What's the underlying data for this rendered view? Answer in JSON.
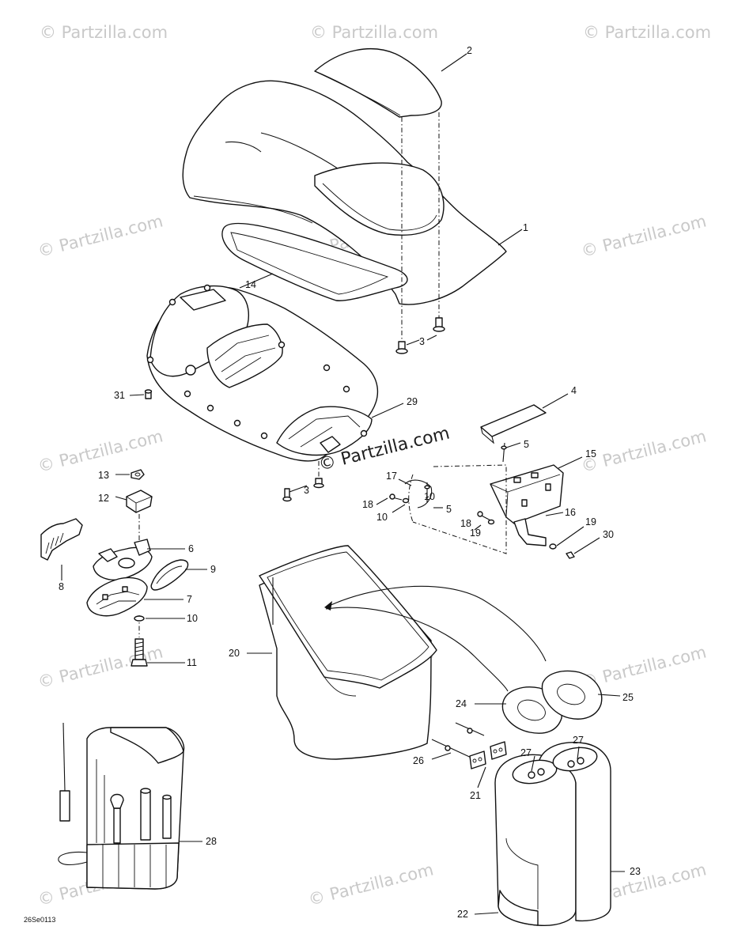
{
  "watermark": {
    "text": "© Partzilla.com",
    "center_text": "© Partzilla.com",
    "color": "#c9c9c9"
  },
  "drawing_code": "26Se0113",
  "callouts": {
    "c1": "1",
    "c2": "2",
    "c3a": "3",
    "c3b": "3",
    "c4": "4",
    "c5a": "5",
    "c5b": "5",
    "c6": "6",
    "c7": "7",
    "c8": "8",
    "c9": "9",
    "c10a": "10",
    "c10b": "10",
    "c10c": "10",
    "c11": "11",
    "c12": "12",
    "c13": "13",
    "c14": "14",
    "c15": "15",
    "c16": "16",
    "c17": "17",
    "c18a": "18",
    "c18b": "18",
    "c19a": "19",
    "c19b": "19",
    "c20": "20",
    "c21": "21",
    "c22": "22",
    "c23": "23",
    "c24": "24",
    "c25": "25",
    "c26": "26",
    "c27a": "27",
    "c27b": "27",
    "c28": "28",
    "c29": "29",
    "c30": "30",
    "c31": "31"
  },
  "colors": {
    "line": "#111111",
    "background": "#ffffff"
  }
}
